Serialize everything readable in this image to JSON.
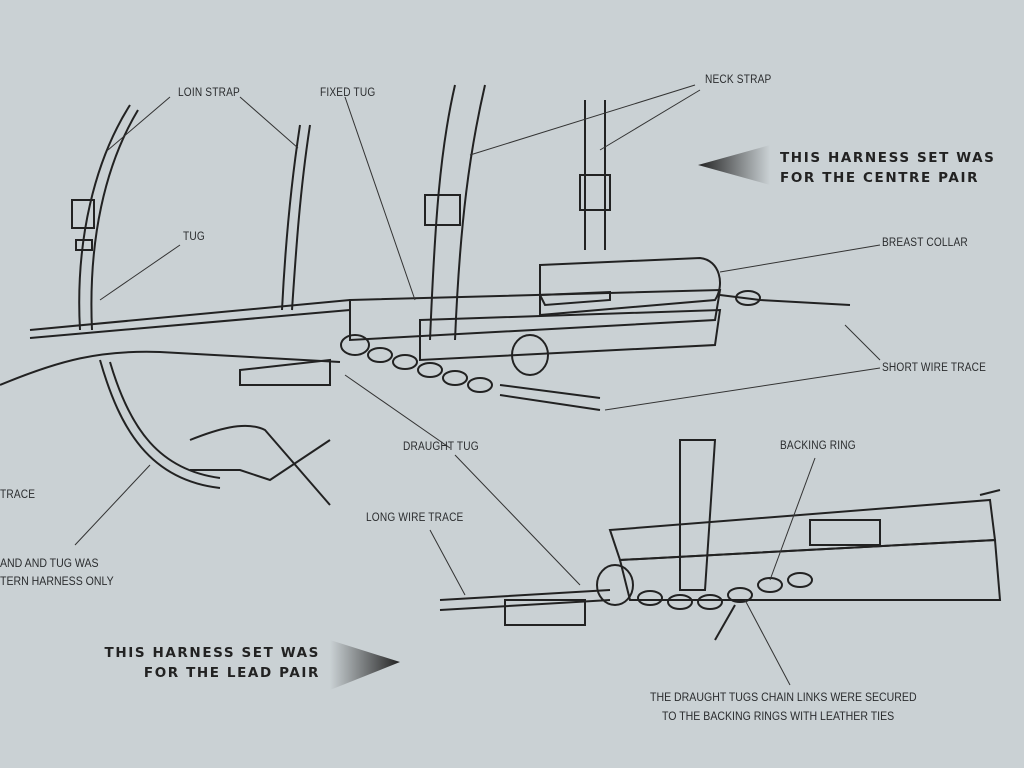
{
  "labels": {
    "loin_strap": "LOIN STRAP",
    "fixed_tug": "FIXED TUG",
    "neck_strap": "NECK STRAP",
    "tug": "TUG",
    "breast_collar": "BREAST COLLAR",
    "short_wire_trace": "SHORT WIRE TRACE",
    "draught_tug": "DRAUGHT TUG",
    "backing_ring": "BACKING RING",
    "long_wire_trace": "LONG WIRE TRACE",
    "trace_cut": "TRACE"
  },
  "notes": {
    "left_line1": "AND AND TUG WAS",
    "left_line2": "TERN HARNESS ONLY",
    "bottom_line1": "THE DRAUGHT TUGS CHAIN LINKS WERE SECURED",
    "bottom_line2": "TO THE BACKING RINGS WITH LEATHER TIES"
  },
  "headings": {
    "centre_line1": "THIS HARNESS SET WAS",
    "centre_line2": "FOR THE CENTRE PAIR",
    "lead_line1": "THIS HARNESS SET WAS",
    "lead_line2": "FOR THE LEAD PAIR"
  },
  "colors": {
    "paper": "#cad1d4",
    "ink": "#2a2c2e"
  }
}
